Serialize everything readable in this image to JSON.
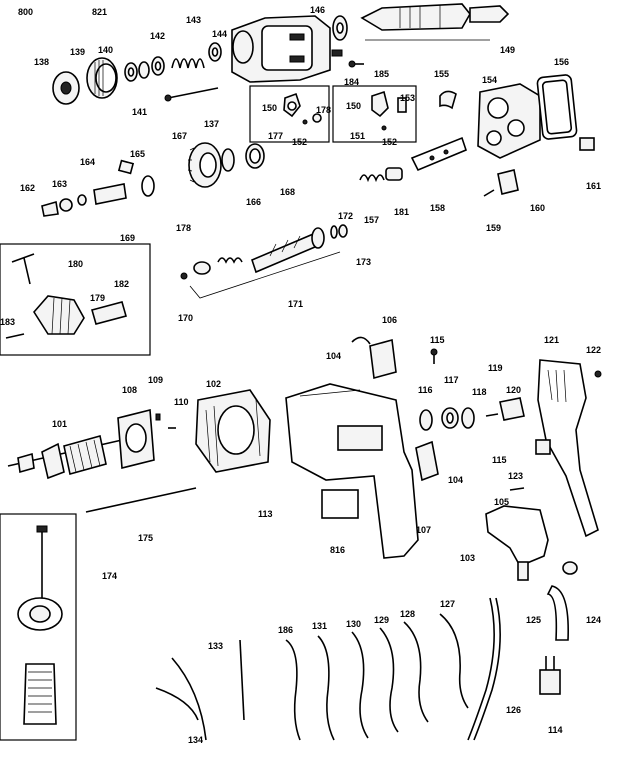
{
  "callouts": [
    {
      "id": "c800",
      "text": "800"
    },
    {
      "id": "c821",
      "text": "821"
    },
    {
      "id": "c138",
      "text": "138"
    },
    {
      "id": "c139",
      "text": "139"
    },
    {
      "id": "c140",
      "text": "140"
    },
    {
      "id": "c141",
      "text": "141"
    },
    {
      "id": "c142",
      "text": "142"
    },
    {
      "id": "c143",
      "text": "143"
    },
    {
      "id": "c144",
      "text": "144"
    },
    {
      "id": "c137",
      "text": "137"
    },
    {
      "id": "c184",
      "text": "184"
    },
    {
      "id": "c185",
      "text": "185"
    },
    {
      "id": "c149",
      "text": "149"
    },
    {
      "id": "c146",
      "text": "146"
    },
    {
      "id": "c155",
      "text": "155"
    },
    {
      "id": "c154",
      "text": "154"
    },
    {
      "id": "c156",
      "text": "156"
    },
    {
      "id": "c161",
      "text": "161"
    },
    {
      "id": "c150a",
      "text": "150"
    },
    {
      "id": "c177",
      "text": "177"
    },
    {
      "id": "c152a",
      "text": "152"
    },
    {
      "id": "c178a",
      "text": "178"
    },
    {
      "id": "c150b",
      "text": "150"
    },
    {
      "id": "c151",
      "text": "151"
    },
    {
      "id": "c153",
      "text": "153"
    },
    {
      "id": "c152b",
      "text": "152"
    },
    {
      "id": "c167",
      "text": "167"
    },
    {
      "id": "c166",
      "text": "166"
    },
    {
      "id": "c168",
      "text": "168"
    },
    {
      "id": "c165",
      "text": "165"
    },
    {
      "id": "c164",
      "text": "164"
    },
    {
      "id": "c163",
      "text": "163"
    },
    {
      "id": "c162",
      "text": "162"
    },
    {
      "id": "c169",
      "text": "169"
    },
    {
      "id": "c178b",
      "text": "178"
    },
    {
      "id": "c157",
      "text": "157"
    },
    {
      "id": "c181",
      "text": "181"
    },
    {
      "id": "c158",
      "text": "158"
    },
    {
      "id": "c159",
      "text": "159"
    },
    {
      "id": "c160",
      "text": "160"
    },
    {
      "id": "c172",
      "text": "172"
    },
    {
      "id": "c173",
      "text": "173"
    },
    {
      "id": "c171",
      "text": "171"
    },
    {
      "id": "c170",
      "text": "170"
    },
    {
      "id": "c180",
      "text": "180"
    },
    {
      "id": "c179",
      "text": "179"
    },
    {
      "id": "c182",
      "text": "182"
    },
    {
      "id": "c183",
      "text": "183"
    },
    {
      "id": "c106",
      "text": "106"
    },
    {
      "id": "c104a",
      "text": "104"
    },
    {
      "id": "c115a",
      "text": "115"
    },
    {
      "id": "c121",
      "text": "121"
    },
    {
      "id": "c122",
      "text": "122"
    },
    {
      "id": "c116",
      "text": "116"
    },
    {
      "id": "c117",
      "text": "117"
    },
    {
      "id": "c118",
      "text": "118"
    },
    {
      "id": "c119",
      "text": "119"
    },
    {
      "id": "c120",
      "text": "120"
    },
    {
      "id": "c115b",
      "text": "115"
    },
    {
      "id": "c123",
      "text": "123"
    },
    {
      "id": "c104b",
      "text": "104"
    },
    {
      "id": "c105",
      "text": "105"
    },
    {
      "id": "c107",
      "text": "107"
    },
    {
      "id": "c103",
      "text": "103"
    },
    {
      "id": "c124",
      "text": "124"
    },
    {
      "id": "c125",
      "text": "125"
    },
    {
      "id": "c108",
      "text": "108"
    },
    {
      "id": "c109",
      "text": "109"
    },
    {
      "id": "c110",
      "text": "110"
    },
    {
      "id": "c102",
      "text": "102"
    },
    {
      "id": "c101",
      "text": "101"
    },
    {
      "id": "c113",
      "text": "113"
    },
    {
      "id": "c816",
      "text": "816"
    },
    {
      "id": "c175",
      "text": "175"
    },
    {
      "id": "c174",
      "text": "174"
    },
    {
      "id": "c133",
      "text": "133"
    },
    {
      "id": "c186",
      "text": "186"
    },
    {
      "id": "c131",
      "text": "131"
    },
    {
      "id": "c130",
      "text": "130"
    },
    {
      "id": "c129",
      "text": "129"
    },
    {
      "id": "c128",
      "text": "128"
    },
    {
      "id": "c127",
      "text": "127"
    },
    {
      "id": "c126",
      "text": "126"
    },
    {
      "id": "c134",
      "text": "134"
    },
    {
      "id": "c114",
      "text": "114"
    }
  ]
}
